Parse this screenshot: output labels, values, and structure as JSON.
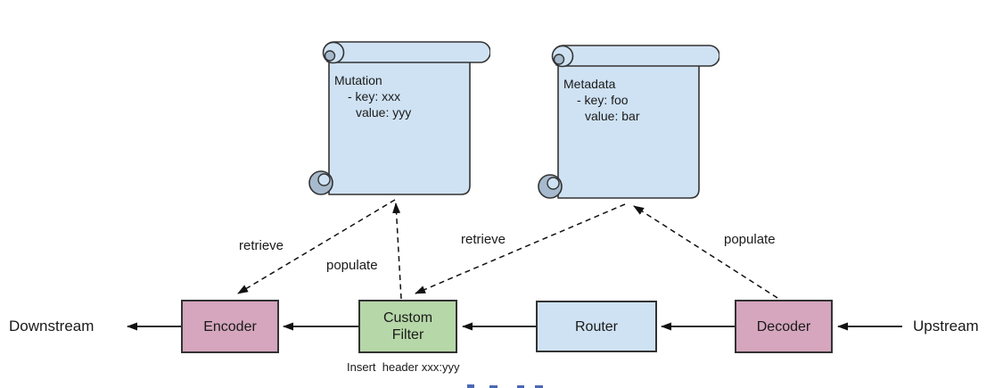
{
  "diagram": {
    "endpoints": {
      "downstream": "Downstream",
      "upstream": "Upstream"
    },
    "nodes": {
      "encoder": "Encoder",
      "custom_filter": "Custom\nFilter",
      "router": "Router",
      "decoder": "Decoder"
    },
    "scrolls": [
      {
        "title": "Mutation",
        "key_line": "- key: xxx",
        "value_line": "value: yyy"
      },
      {
        "title": "Metadata",
        "key_line": "- key: foo",
        "value_line": "value: bar"
      }
    ],
    "edge_labels": {
      "retrieve_left": "retrieve",
      "populate_left": "populate",
      "retrieve_right": "retrieve",
      "populate_right": "populate"
    },
    "annotation": "Insert  header xxx:yyy",
    "colors": {
      "scroll_fill": "#cfe2f3",
      "router_fill": "#cfe2f3",
      "encoder_decoder_fill": "#d5a6bd",
      "custom_filter_fill": "#b6d7a8",
      "outline": "#333333",
      "curl_shade": "#a7bacd",
      "arrow": "#111111",
      "clipped_text_blue": "#4a69b3"
    }
  }
}
